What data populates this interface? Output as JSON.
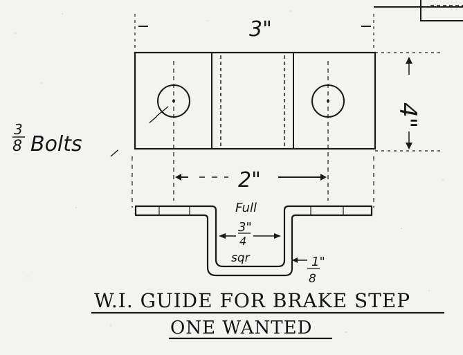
{
  "labels": {
    "width_dim": "3\"",
    "height_dim": "4\"",
    "bolt_spacing": "2\"",
    "bolt_fraction_num": "3",
    "bolt_fraction_den": "8",
    "bolt_text": "Bolts",
    "full": "Full",
    "channel_num": "3\"",
    "channel_den": "4",
    "sqr": "sqr",
    "thickness_num": "1\"",
    "thickness_den": "8"
  },
  "title": {
    "line1": "W.I. GUIDE FOR BRAKE STEP",
    "line2": "ONE WANTED"
  }
}
